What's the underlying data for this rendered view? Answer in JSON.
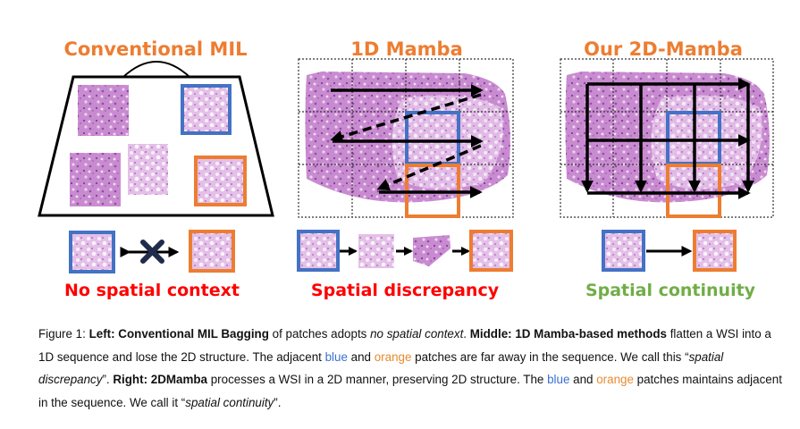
{
  "panels": {
    "left": {
      "title": "Conventional MIL",
      "tag": "No spatial context"
    },
    "middle": {
      "title": "1D Mamba",
      "tag": "Spatial discrepancy"
    },
    "right": {
      "title": "Our 2D-Mamba",
      "tag": "Spatial continuity"
    }
  },
  "colors": {
    "title": "#ED7D31",
    "blue_box": "#4472C4",
    "orange_box": "#ED7D31",
    "tag_red": "#FF0000",
    "tag_green": "#70AD47",
    "tissue": "#C77DC9"
  },
  "icons": [
    "cross-icon",
    "arrow-icon"
  ],
  "caption": {
    "figure_label": "Figure 1:",
    "left_head": "Left: Conventional MIL Bagging",
    "t1": " of patches adopts ",
    "t1_em": "no spatial context",
    "t1_end": ". ",
    "middle_head": "Middle: 1D Mamba-based methods",
    "t2": " flatten a WSI into a 1D sequence and lose the 2D structure. The adjacent ",
    "blue_word": "blue",
    "and_word": " and ",
    "orange_word": "orange",
    "t3": " patches are far away in the sequence. We call this “",
    "t3_em": "spatial discrepancy",
    "t3_end": "”. ",
    "right_head": "Right: 2DMamba",
    "t4": " processes a WSI in a 2D manner, preserving 2D structure. The ",
    "t5": " patches maintains adjacent in the sequence. We call it “",
    "t5_em": "spatial continuity",
    "t5_end": "”."
  }
}
